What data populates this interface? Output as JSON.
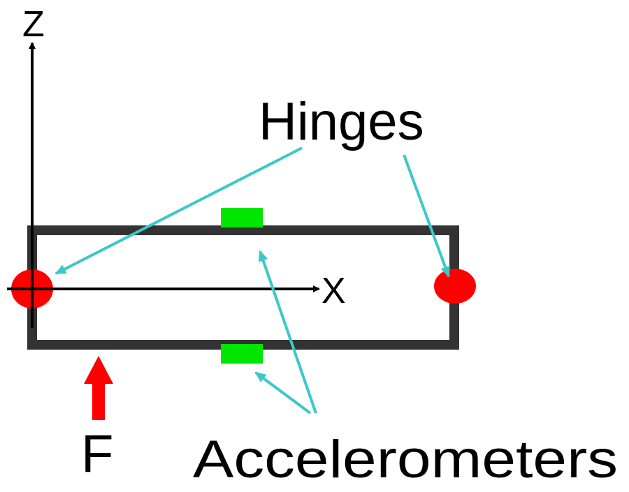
{
  "labels": {
    "z_axis": "Z",
    "x_axis": "X",
    "hinges": "Hinges",
    "force": "F",
    "accelerometers": "Accelerometers"
  },
  "colors": {
    "beam": "#333333",
    "hinge": "#ff0000",
    "accelerometer": "#00e600",
    "pointer": "#3cc8c8",
    "force": "#ff0000",
    "axis": "#000000"
  }
}
